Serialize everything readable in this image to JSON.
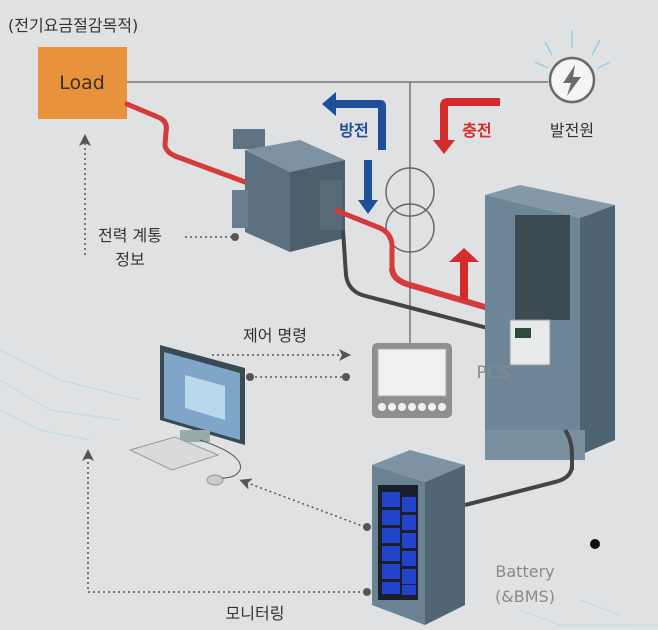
{
  "header": {
    "purpose": "(전기요금절감목적)"
  },
  "nodes": {
    "load": "Load",
    "generator": "발전원",
    "pcs": "PCS",
    "battery_line1": "Battery",
    "battery_line2": "(&BMS)"
  },
  "flows": {
    "discharge": "방전",
    "charge": "충전",
    "grid_info_line1": "전력 계통",
    "grid_info_line2": "정보",
    "control": "제어 명령",
    "monitoring": "모니터링"
  },
  "colors": {
    "load_box": "#e8923c",
    "discharge": "#1f4f9a",
    "charge": "#d62b2b",
    "cable_red": "#d63a3a",
    "cabinet": "#5f7a8c",
    "battery_cell": "#2244c8",
    "background": "#dfe1e3"
  },
  "icons": [
    "lightning-icon",
    "transformer-icon",
    "monitor-icon",
    "keyboard-icon",
    "mouse-icon",
    "meter-icon",
    "pcs-cabinet-icon",
    "battery-rack-icon"
  ]
}
